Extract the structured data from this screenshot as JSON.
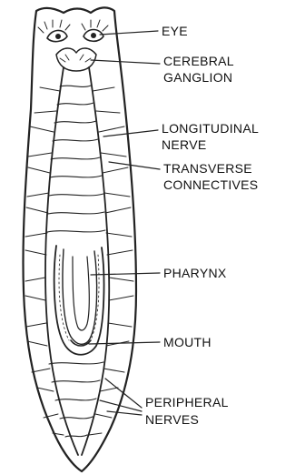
{
  "labels": {
    "eye": "EYE",
    "cerebral_1": "CEREBRAL",
    "cerebral_2": "GANGLION",
    "longitudinal_1": "LONGITUDINAL",
    "longitudinal_2": "NERVE",
    "transverse_1": "TRANSVERSE",
    "transverse_2": "CONNECTIVES",
    "pharynx": "PHARYNX",
    "mouth": "MOUTH",
    "peripheral_1": "PERIPHERAL",
    "peripheral_2": "NERVES"
  },
  "colors": {
    "ink": "#222222",
    "background": "#ffffff"
  }
}
